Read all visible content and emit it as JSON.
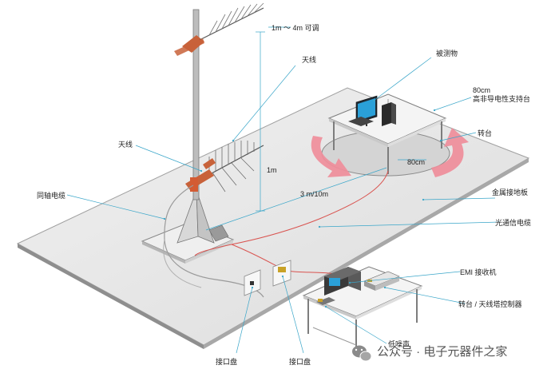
{
  "colors": {
    "floor": "#e8e8e8",
    "floor_edge": "#9a9a9a",
    "leader": "#3aa6c9",
    "cable_red": "#d9534f",
    "arrow_pink": "#ef8d9a",
    "antenna_orange": "#c8623a",
    "monitor_blue": "#2aa0d8"
  },
  "labels": {
    "height_range": "1m ～ 4m 可调",
    "antenna_top": "天线",
    "antenna_mid": "天线",
    "coax": "同轴电缆",
    "one_meter": "1m",
    "distance": "3 m/10m",
    "eut": "被测物",
    "table_spec": "80cm\n高非导电性支持台",
    "turntable": "转台",
    "eighty_cm": "80cm",
    "ground_plane": "金属接地板",
    "fiber": "光通信电缆",
    "emi_receiver": "EMI 接收机",
    "controller": "转台 / 天线塔控制器",
    "lna": "低噪声",
    "interface_left": "接口盘",
    "interface_right": "接口盘"
  },
  "watermark": {
    "icon": "wechat-icon",
    "text": "公众号 · 电子元器件之家"
  }
}
